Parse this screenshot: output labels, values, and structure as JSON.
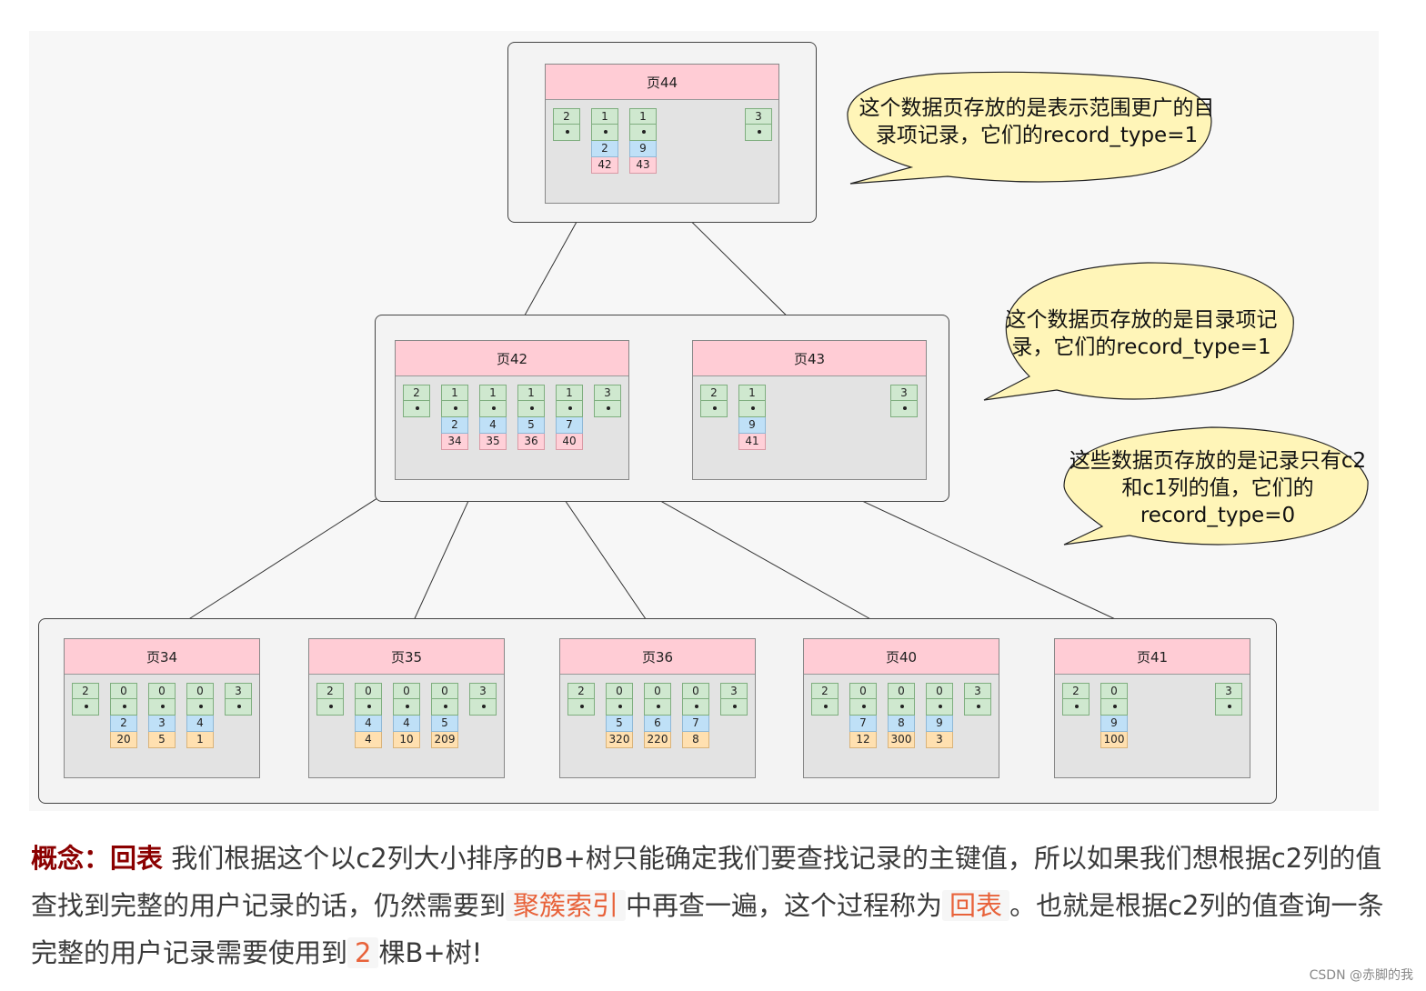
{
  "pages": [
    {
      "id": "p44",
      "title": "页44",
      "records": [
        {
          "type": "2"
        },
        {
          "type": "1",
          "key": "2",
          "val": "42",
          "kind": "pg"
        },
        {
          "type": "1",
          "key": "9",
          "val": "43",
          "kind": "pg"
        },
        {
          "type": "3"
        }
      ]
    },
    {
      "id": "p42",
      "title": "页42",
      "records": [
        {
          "type": "2"
        },
        {
          "type": "1",
          "key": "2",
          "val": "34",
          "kind": "pg"
        },
        {
          "type": "1",
          "key": "4",
          "val": "35",
          "kind": "pg"
        },
        {
          "type": "1",
          "key": "5",
          "val": "36",
          "kind": "pg"
        },
        {
          "type": "1",
          "key": "7",
          "val": "40",
          "kind": "pg"
        },
        {
          "type": "3"
        }
      ]
    },
    {
      "id": "p43",
      "title": "页43",
      "records": [
        {
          "type": "2"
        },
        {
          "type": "1",
          "key": "9",
          "val": "41",
          "kind": "pg"
        },
        {
          "type": "3"
        }
      ]
    },
    {
      "id": "p34",
      "title": "页34",
      "records": [
        {
          "type": "2"
        },
        {
          "type": "0",
          "key": "2",
          "val": "20",
          "kind": "c1"
        },
        {
          "type": "0",
          "key": "3",
          "val": "5",
          "kind": "c1"
        },
        {
          "type": "0",
          "key": "4",
          "val": "1",
          "kind": "c1"
        },
        {
          "type": "3"
        }
      ]
    },
    {
      "id": "p35",
      "title": "页35",
      "records": [
        {
          "type": "2"
        },
        {
          "type": "0",
          "key": "4",
          "val": "4",
          "kind": "c1"
        },
        {
          "type": "0",
          "key": "4",
          "val": "10",
          "kind": "c1"
        },
        {
          "type": "0",
          "key": "5",
          "val": "209",
          "kind": "c1"
        },
        {
          "type": "3"
        }
      ]
    },
    {
      "id": "p36",
      "title": "页36",
      "records": [
        {
          "type": "2"
        },
        {
          "type": "0",
          "key": "5",
          "val": "320",
          "kind": "c1"
        },
        {
          "type": "0",
          "key": "6",
          "val": "220",
          "kind": "c1"
        },
        {
          "type": "0",
          "key": "7",
          "val": "8",
          "kind": "c1"
        },
        {
          "type": "3"
        }
      ]
    },
    {
      "id": "p40",
      "title": "页40",
      "records": [
        {
          "type": "2"
        },
        {
          "type": "0",
          "key": "7",
          "val": "12",
          "kind": "c1"
        },
        {
          "type": "0",
          "key": "8",
          "val": "300",
          "kind": "c1"
        },
        {
          "type": "0",
          "key": "9",
          "val": "3",
          "kind": "c1"
        },
        {
          "type": "3"
        }
      ]
    },
    {
      "id": "p41",
      "title": "页41",
      "records": [
        {
          "type": "2"
        },
        {
          "type": "0",
          "key": "9",
          "val": "100",
          "kind": "c1"
        },
        {
          "type": "3"
        }
      ]
    }
  ],
  "bubbles": [
    {
      "text": "这个数据页存放的是表示范围更广的目录项记录，它们的record_type=1"
    },
    {
      "text": "这个数据页存放的是目录项记录，它们的record_type=1"
    },
    {
      "text": "这些数据页存放的是记录只有c2和c1列的值，它们的record_type=0"
    }
  ],
  "concept": {
    "label": "概念：",
    "term": "回表",
    "text1": " 我们根据这个以c2列大小排序的B+树只能确定我们要查找记录的主键值，所以如果我们想根据c2列的值查找到完整的用户记录的话，仍然需要到",
    "code1": "聚簇索引",
    "text2": "中再查一遍，这个过程称为",
    "code2": "回表",
    "text3": "。也就是根据c2列的值查询一条完整的用户记录需要使用到",
    "code3": "2",
    "text4": "棵B+树!"
  },
  "watermark": "CSDN @赤脚的我",
  "colors": {
    "header": "#ffccd5",
    "type_cell": "#cfe8cf",
    "c2_cell": "#bfe0f7",
    "page_cell": "#ffd0d8",
    "c1_cell": "#ffe0b0",
    "bubble": "#fff5b8",
    "term": "#8b0000",
    "code": "#e8623a"
  }
}
